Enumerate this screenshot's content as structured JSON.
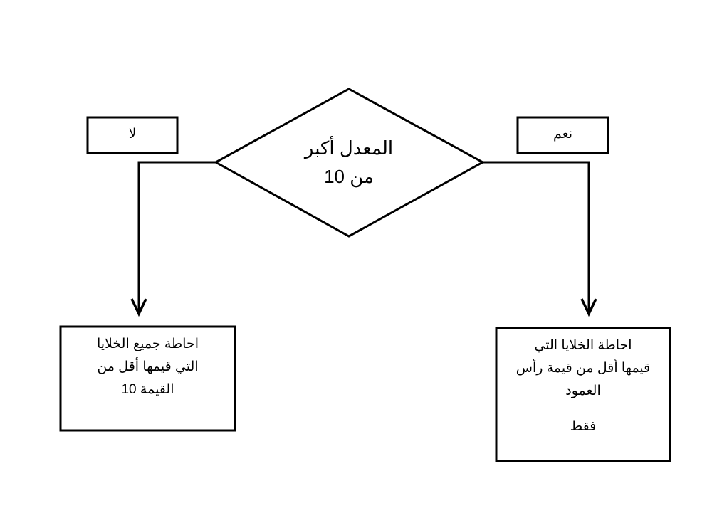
{
  "decision": {
    "line1": "المعدل أكبر",
    "line2": "من 10"
  },
  "branches": {
    "no_label": "لا",
    "yes_label": "نعم"
  },
  "outcomes": {
    "left": {
      "line1": "احاطة جميع الخلايا",
      "line2": "التي قيمها أقل من",
      "line3": "القيمة 10"
    },
    "right": {
      "line1": "احاطة الخلايا التي",
      "line2": "قيمها أقل من قيمة رأس",
      "line3": "العمود",
      "line4": "فقط"
    }
  }
}
